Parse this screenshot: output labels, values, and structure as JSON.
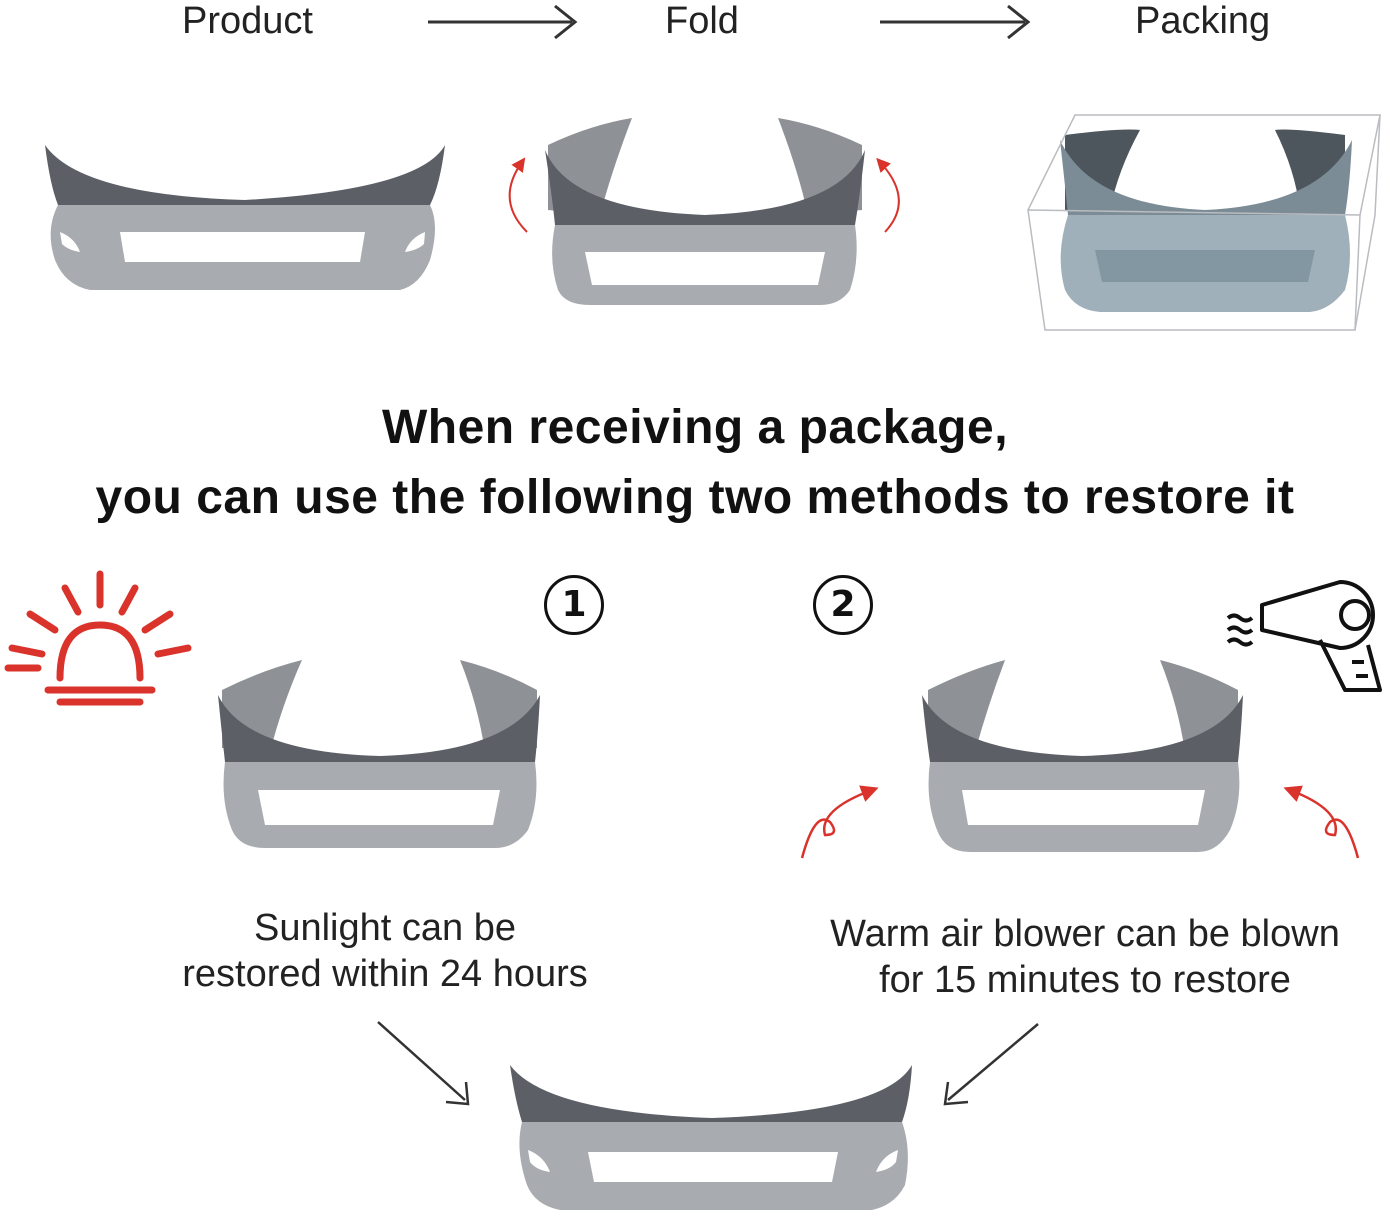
{
  "flow": {
    "steps": [
      "Product",
      "Fold",
      "Packing"
    ]
  },
  "headline": {
    "line1": "When receiving a package,",
    "line2": "you can use the following two methods to restore it"
  },
  "methods": [
    {
      "number": "1",
      "caption_line1": "Sunlight can be",
      "caption_line2": "restored within 24 hours",
      "icon": "sun-icon"
    },
    {
      "number": "2",
      "caption_line1": "Warm air blower can be blown",
      "caption_line2": "for 15 minutes to restore",
      "icon": "hair-dryer-icon"
    }
  ],
  "colors": {
    "bumper_dark": "#5c6066",
    "bumper_light": "#a8abaf",
    "accent_red": "#d9332b",
    "packing_tint": "#8fa3b0"
  }
}
